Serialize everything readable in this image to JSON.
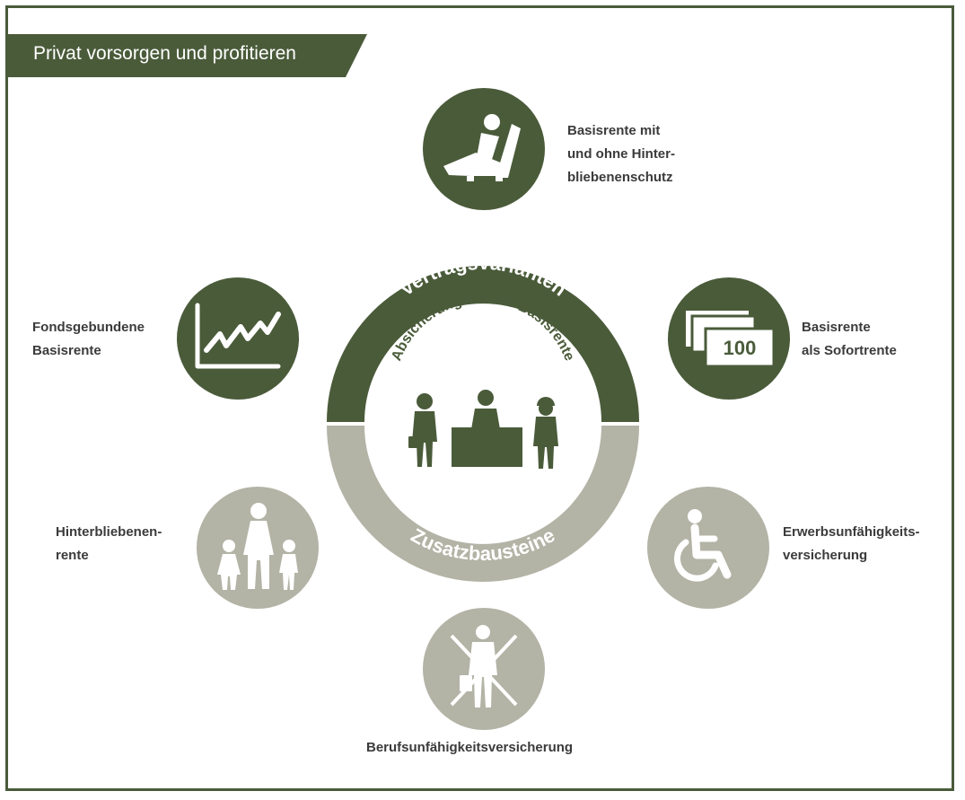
{
  "banner": {
    "title": "Privat vorsorgen und profitieren"
  },
  "center": {
    "top_ring": "Vertragsvarianten",
    "bottom_ring": "Zusatzbausteine",
    "inner_title": "Absicherung mit der Basisrente"
  },
  "nodes": {
    "basisrente_hinterbliebenenschutz": {
      "lines": [
        "Basisrente mit",
        "und ohne Hinter-",
        "bliebenenschutz"
      ],
      "icon": "recliner-chair-icon"
    },
    "fondsgebundene": {
      "lines": [
        "Fondsgebundene",
        "Basisrente"
      ],
      "icon": "line-chart-icon"
    },
    "sofortrente": {
      "lines": [
        "Basisrente",
        "als Sofortrente"
      ],
      "icon": "banknotes-icon",
      "note_value": "100"
    },
    "hinterbliebenenrente": {
      "lines": [
        "Hinterbliebenen-",
        "rente"
      ],
      "icon": "family-icon"
    },
    "erwerbsunfaehigkeit": {
      "lines": [
        "Erwerbsunfähigkeits-",
        "versicherung"
      ],
      "icon": "wheelchair-icon"
    },
    "berufsunfaehigkeit": {
      "lines": [
        "Berufsunfähigkeitsversicherung"
      ],
      "icon": "crossed-worker-icon"
    }
  },
  "colors": {
    "dark_green": "#4a5b3a",
    "light_grey": "#b3b3a6",
    "text": "#3b3b3b",
    "white": "#ffffff"
  }
}
